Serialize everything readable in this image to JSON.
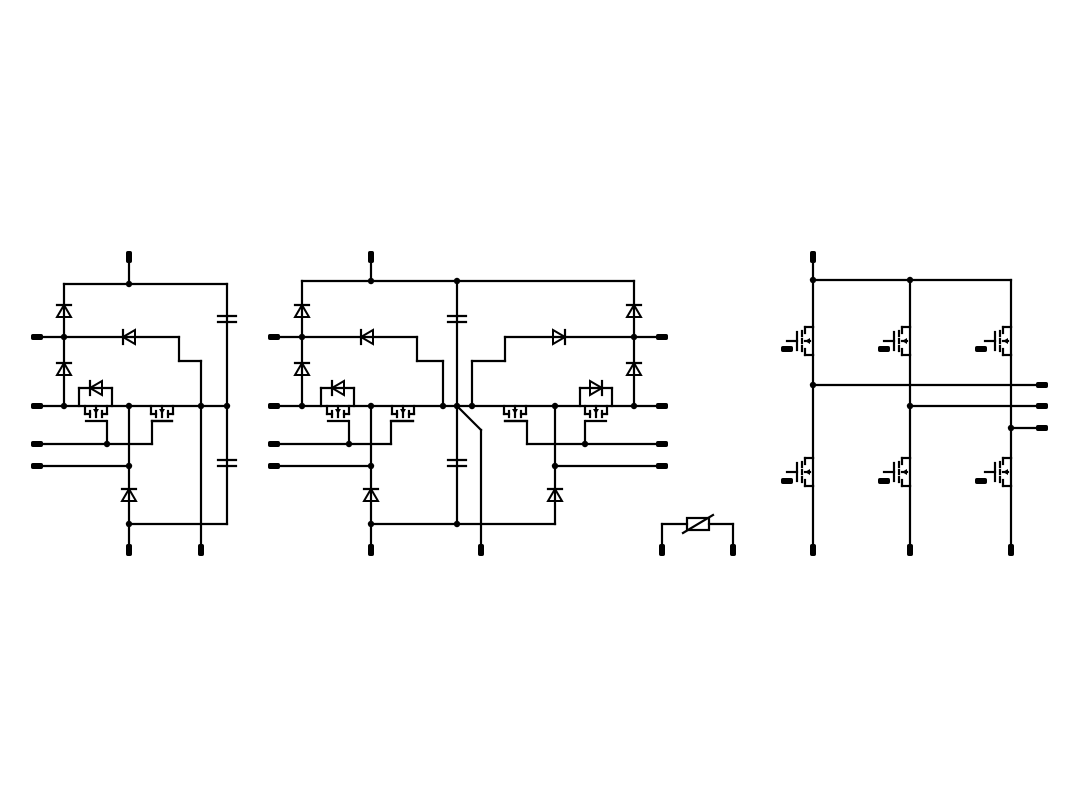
{
  "diagram": {
    "style": {
      "stroke_color": "#000000",
      "background": "#ffffff"
    },
    "blocks": [
      "three-level-npc-phase-leg",
      "three-level-npc-dual-leg",
      "surge-arrester",
      "three-phase-mosfet-bridge"
    ]
  }
}
